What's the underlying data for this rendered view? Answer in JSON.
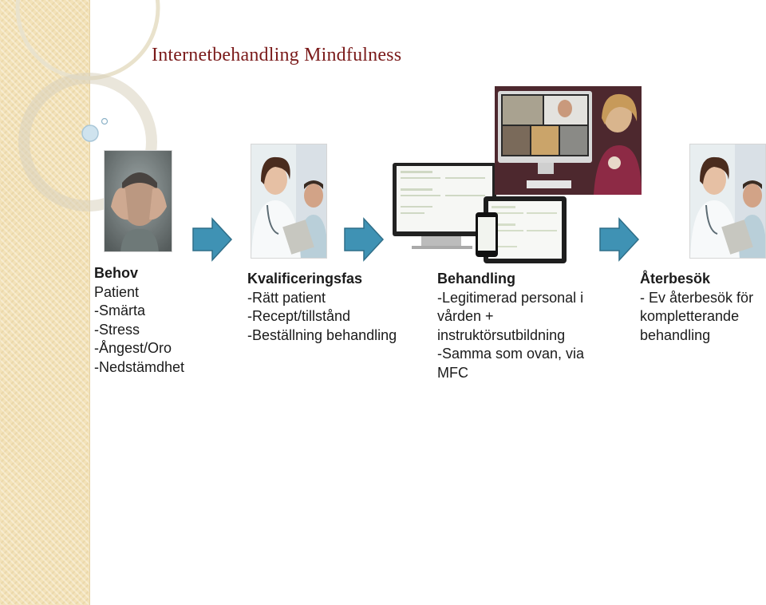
{
  "slide": {
    "title": "Internetbehandling Mindfulness",
    "colors": {
      "title": "#7a1a1a",
      "arrow": "#3a8fb0",
      "sidebar": "#f3e2b8"
    }
  },
  "steps": [
    {
      "heading": "Behov",
      "lines": [
        "Patient",
        "-Smärta",
        "-Stress",
        "-Ångest/Oro",
        "-Nedstämdhet"
      ],
      "image": "stressed-man-photo"
    },
    {
      "heading": "Kvalificeringsfas",
      "lines": [
        "-Rätt patient",
        "-Recept/tillstånd",
        "-Beställning behandling"
      ],
      "image": "doctor-patient-photo"
    },
    {
      "heading": "Behandling",
      "lines": [
        "-Legitimerad personal i",
        "vården +",
        "instruktörsutbildning",
        "-Samma som ovan, via",
        "MFC"
      ],
      "image": "devices-videoconference-photo"
    },
    {
      "heading": "Återbesök",
      "lines": [
        "- Ev återbesök för",
        "kompletterande",
        "behandling"
      ],
      "image": "doctor-patient-photo"
    }
  ],
  "icons": [
    "arrow-right-icon"
  ]
}
